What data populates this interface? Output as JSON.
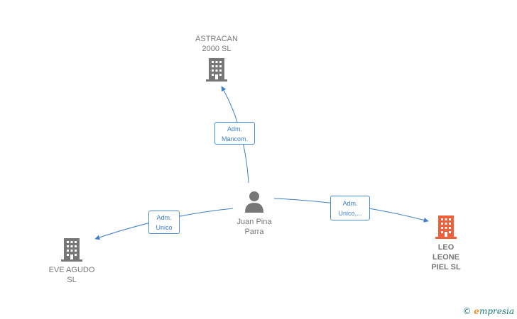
{
  "colors": {
    "edge": "#3d7fc9",
    "company": "#777777",
    "company_highlight": "#f0603a",
    "person": "#777777"
  },
  "nodes": {
    "person": {
      "label": "Juan Pina\nParra",
      "icon": "person-icon"
    },
    "astracan": {
      "label": "ASTRACAN\n2000 SL",
      "icon": "building-icon"
    },
    "eve": {
      "label": "EVE AGUDO\nSL",
      "icon": "building-icon"
    },
    "leo": {
      "label": "LEO\nLEONE\nPIEL  SL",
      "icon": "building-icon"
    }
  },
  "edges": {
    "to_astracan": "Adm.\nMancom.",
    "to_eve": "Adm.\nUnico",
    "to_leo": "Adm.\nUnico,..."
  },
  "brand": {
    "copyright": "©",
    "first_letter": "e",
    "name": "mpresia"
  }
}
